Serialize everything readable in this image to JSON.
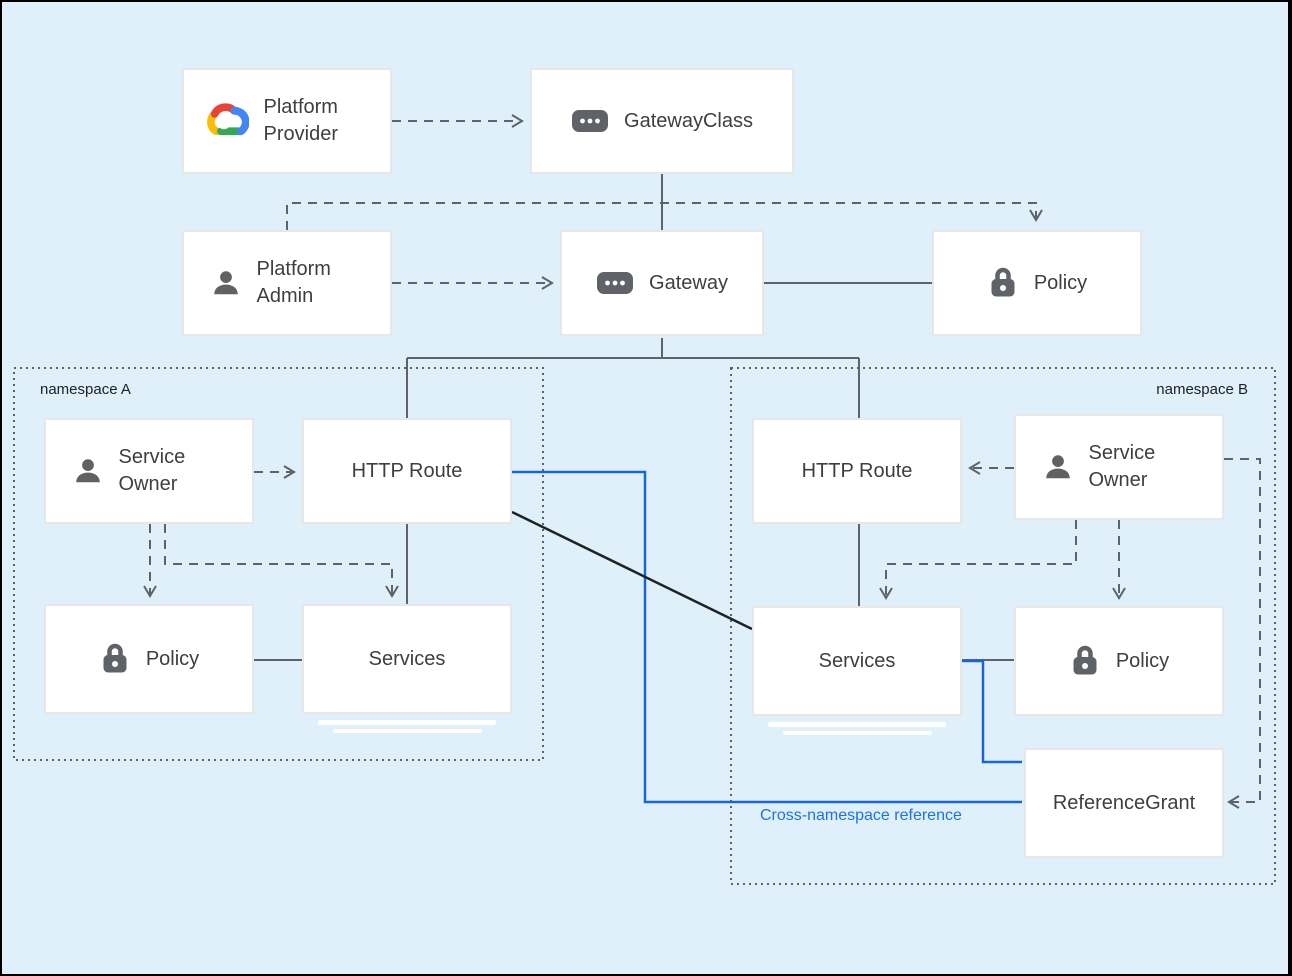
{
  "colors": {
    "background": "#DFF0FA",
    "line_gray": "#5F6368",
    "icon_gray": "#616161",
    "blue_line": "#1967D2",
    "blue_text": "#1A73E8",
    "black_line": "#202124",
    "box_border": "#E7E7E7",
    "text": "#3C4043"
  },
  "namespaces": [
    {
      "label": "namespace A"
    },
    {
      "label": "namespace B"
    }
  ],
  "nodes": {
    "platform_provider": {
      "label": "Platform Provider",
      "icon": "google-cloud-icon"
    },
    "gateway_class": {
      "label": "GatewayClass",
      "icon": "resource-chip-icon"
    },
    "platform_admin": {
      "label": "Platform Admin",
      "icon": "person-icon"
    },
    "gateway": {
      "label": "Gateway",
      "icon": "resource-chip-icon"
    },
    "policy_top": {
      "label": "Policy",
      "icon": "lock-icon"
    },
    "service_owner_a": {
      "label": "Service Owner",
      "icon": "person-icon"
    },
    "http_route_a": {
      "label": "HTTP Route"
    },
    "policy_a": {
      "label": "Policy",
      "icon": "lock-icon"
    },
    "services_a": {
      "label": "Services"
    },
    "http_route_b": {
      "label": "HTTP Route"
    },
    "service_owner_b": {
      "label": "Service Owner",
      "icon": "person-icon"
    },
    "services_b": {
      "label": "Services"
    },
    "policy_b": {
      "label": "Policy",
      "icon": "lock-icon"
    },
    "reference_grant": {
      "label": "ReferenceGrant"
    }
  },
  "annotations": {
    "cross_namespace_reference": "Cross-namespace reference"
  }
}
